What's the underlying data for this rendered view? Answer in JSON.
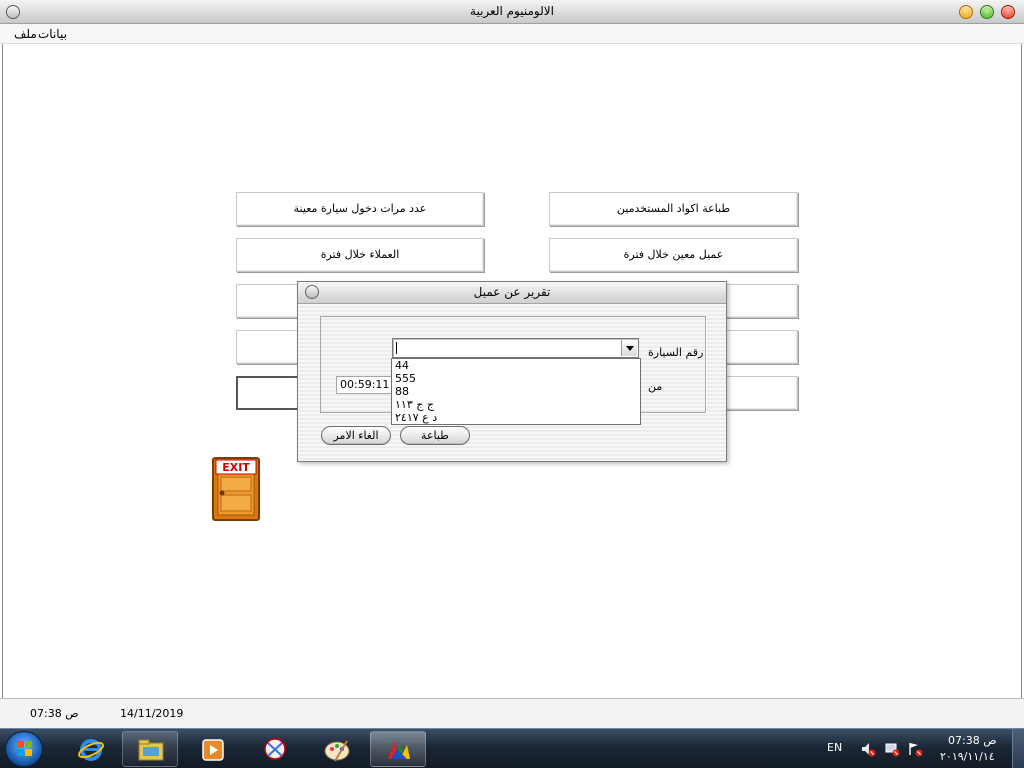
{
  "window": {
    "title": "الالومنيوم العربية",
    "controls": [
      "minimize-icon",
      "maximize-icon",
      "close-icon"
    ]
  },
  "menu": {
    "items": [
      "ملف",
      "بيانات"
    ]
  },
  "reports": [
    {
      "label": "عدد مرات دخول سيارة معينة"
    },
    {
      "label": "طباعة اكواد المستخدمين"
    },
    {
      "label": "العملاء خلال فترة"
    },
    {
      "label": "عميل معين خلال فترة"
    },
    {
      "label": ""
    },
    {
      "label": ""
    },
    {
      "label": ""
    },
    {
      "label": ""
    },
    {
      "label": ""
    },
    {
      "label": ""
    }
  ],
  "exit_icon": {
    "label": "EXIT",
    "icon": "exit-door-icon"
  },
  "dialog": {
    "title": "تقرير عن عميل",
    "car_number_label": "رقم السيارة",
    "from_label": "من",
    "from_time": "00:59:11 م",
    "car_number_value": "",
    "car_options": [
      "44",
      "555",
      "88",
      "ج ج ١١٣",
      "د ع ٢٤١٧"
    ],
    "print_button": "طباعة",
    "cancel_button": "الغاء الامر"
  },
  "status_bar": {
    "time": "07:38 ص",
    "date": "14/11/2019"
  },
  "taskbar": {
    "pinned": [
      "internet-explorer-icon",
      "file-explorer-icon",
      "media-player-icon",
      "snipping-tool-icon",
      "paint-icon",
      "app-icon"
    ],
    "language": "EN",
    "tray_icons": [
      "volume-muted-icon",
      "network-icon",
      "action-center-icon"
    ],
    "clock_time": "07:38 ص",
    "clock_date": "٢٠١٩/١١/١٤"
  }
}
